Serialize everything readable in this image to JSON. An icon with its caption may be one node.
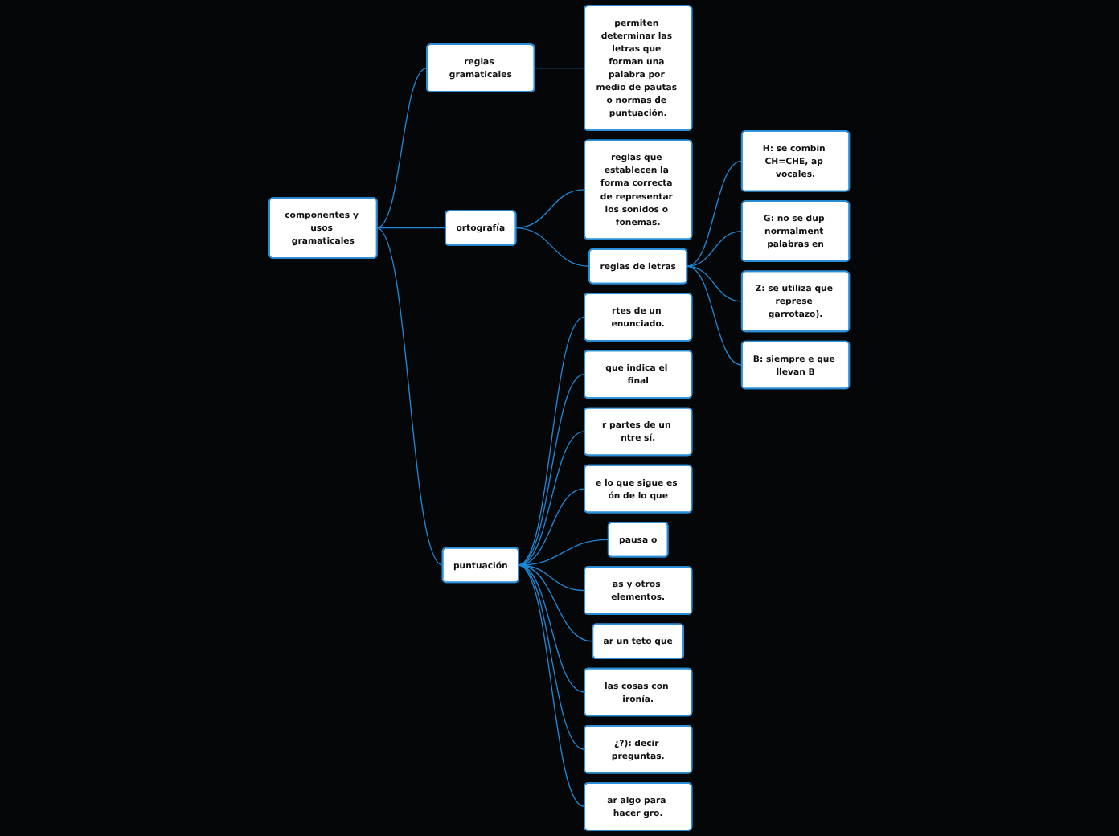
{
  "diagram": {
    "nodes": [
      {
        "text": [
          "componentes y usos gramaticales"
        ]
      },
      {
        "text": [
          "reglas gramaticales"
        ]
      },
      {
        "text": [
          "permiten determinar las letras que forman una palabra por medio de pautas o normas de puntuación."
        ]
      },
      {
        "text": [
          "ortografía"
        ]
      },
      {
        "text": [
          "reglas que establecen la forma correcta de representar los sonidos o fonemas."
        ]
      },
      {
        "text": [
          "reglas de letras"
        ]
      },
      {
        "text": [
          "H: se combin CH=CHE, ap vocales."
        ]
      },
      {
        "text": [
          "G: no se dup normalment palabras en"
        ]
      },
      {
        "text": [
          "Z: se utiliza que represe garrotazo)."
        ]
      },
      {
        "text": [
          "B: siempre e que llevan B"
        ]
      },
      {
        "text": [
          "puntuación"
        ]
      },
      {
        "text": [
          "rtes de un enunciado."
        ]
      },
      {
        "text": [
          "que indica el final"
        ]
      },
      {
        "text": [
          "r partes de un ntre sí."
        ]
      },
      {
        "text": [
          "e lo que sigue es ón de lo que"
        ]
      },
      {
        "text": [
          "pausa o"
        ]
      },
      {
        "text": [
          "as y otros elementos."
        ]
      },
      {
        "text": [
          "ar un teto que"
        ]
      },
      {
        "text": [
          "las cosas con ironía."
        ]
      },
      {
        "text": [
          "¿?): decir preguntas."
        ]
      },
      {
        "text": [
          "ar algo para hacer gro."
        ]
      }
    ],
    "edges": [
      {
        "from": 0,
        "to": 1,
        "arrow": "none"
      },
      {
        "from": 1,
        "to": 2,
        "arrow": "none"
      },
      {
        "from": 0,
        "to": 3,
        "arrow": "none"
      },
      {
        "from": 3,
        "to": 4,
        "arrow": "none"
      },
      {
        "from": 3,
        "to": 5,
        "arrow": "none"
      },
      {
        "from": 5,
        "to": 6,
        "arrow": "none"
      },
      {
        "from": 5,
        "to": 7,
        "arrow": "none"
      },
      {
        "from": 5,
        "to": 8,
        "arrow": "none"
      },
      {
        "from": 5,
        "to": 9,
        "arrow": "none"
      },
      {
        "from": 0,
        "to": 10,
        "arrow": "none"
      },
      {
        "from": 10,
        "to": 11,
        "arrow": "none"
      },
      {
        "from": 10,
        "to": 12,
        "arrow": "none"
      },
      {
        "from": 10,
        "to": 13,
        "arrow": "none"
      },
      {
        "from": 10,
        "to": 14,
        "arrow": "none"
      },
      {
        "from": 10,
        "to": 15,
        "arrow": "none"
      },
      {
        "from": 10,
        "to": 16,
        "arrow": "none"
      },
      {
        "from": 10,
        "to": 17,
        "arrow": "none"
      },
      {
        "from": 10,
        "to": 18,
        "arrow": "none"
      },
      {
        "from": 10,
        "to": 19,
        "arrow": "none"
      },
      {
        "from": 10,
        "to": 20,
        "arrow": "none"
      }
    ]
  }
}
